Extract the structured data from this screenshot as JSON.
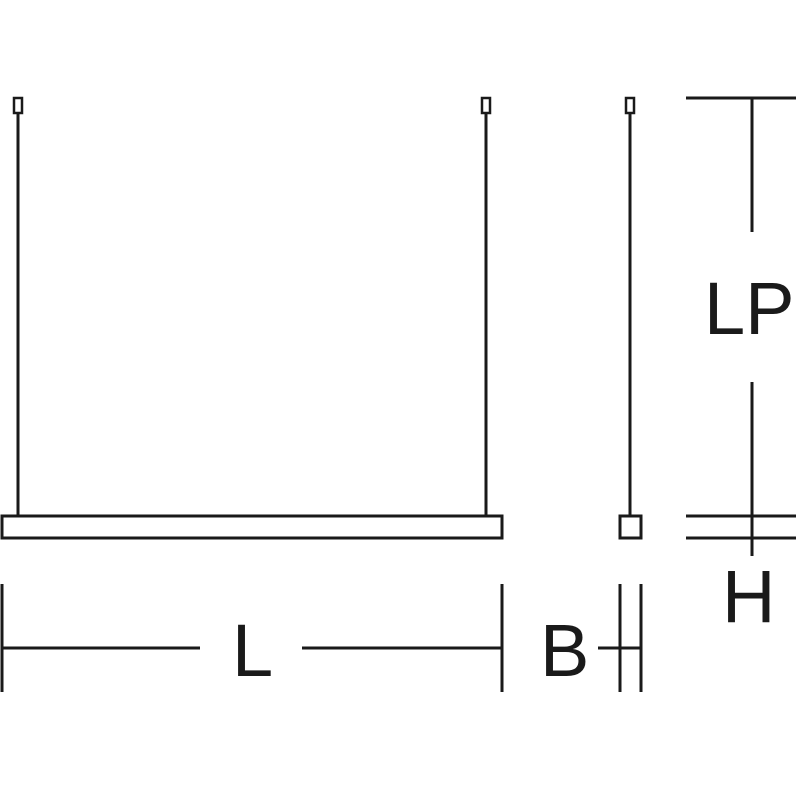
{
  "diagram": {
    "labels": {
      "length": "L",
      "width": "B",
      "height": "H",
      "pendant_length": "LP"
    },
    "line_color": "#1a1a1a",
    "background_color": "#ffffff"
  }
}
